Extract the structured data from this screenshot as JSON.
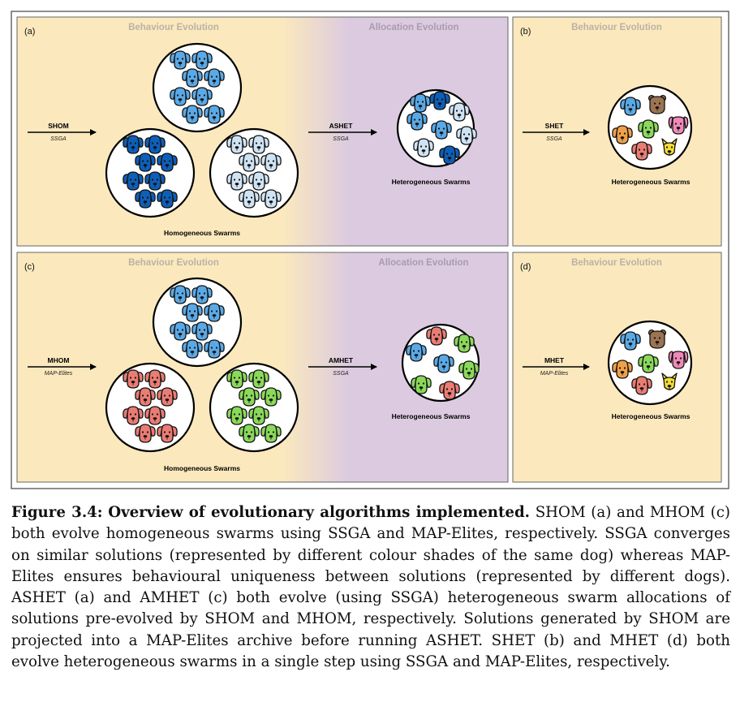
{
  "panels": {
    "a": {
      "tag": "(a)",
      "behaviour_title": "Behaviour Evolution",
      "allocation_title": "Allocation Evolution",
      "step1": {
        "name": "SHOM",
        "algo": "SSGA"
      },
      "step2": {
        "name": "ASHET",
        "algo": "SSGA"
      },
      "homogeneous_label": "Homogeneous Swarms",
      "heterogeneous_label": "Heterogeneous Swarms"
    },
    "b": {
      "tag": "(b)",
      "behaviour_title": "Behaviour Evolution",
      "step": {
        "name": "SHET",
        "algo": "SSGA"
      },
      "heterogeneous_label": "Heterogeneous Swarms"
    },
    "c": {
      "tag": "(c)",
      "behaviour_title": "Behaviour Evolution",
      "allocation_title": "Allocation Evolution",
      "step1": {
        "name": "MHOM",
        "algo": "MAP-Elites"
      },
      "step2": {
        "name": "AMHET",
        "algo": "SSGA"
      },
      "homogeneous_label": "Homogeneous Swarms",
      "heterogeneous_label": "Heterogeneous Swarms"
    },
    "d": {
      "tag": "(d)",
      "behaviour_title": "Behaviour Evolution",
      "step": {
        "name": "MHET",
        "algo": "MAP-Elites"
      },
      "heterogeneous_label": "Heterogeneous Swarms"
    }
  },
  "colors": {
    "behaviour_bg": "#fbe9bd",
    "allocation_bg": "#dccbe0",
    "dog_mid_blue": "#5aa9e6",
    "dog_dark_blue": "#0d5fb8",
    "dog_pale_blue": "#cfe3f3",
    "dog_salmon": "#ea7c74",
    "dog_green": "#8ad95a",
    "dog_brown": "#9c7452",
    "dog_orange": "#f0a048",
    "dog_pink": "#f089b8",
    "dog_yellow": "#f2dc34"
  },
  "caption": {
    "label": "Figure 3.4:",
    "title": "Overview of evolutionary algorithms implemented.",
    "body": "SHOM (a) and MHOM (c) both evolve homogeneous swarms using SSGA and MAP-Elites, respectively. SSGA converges on similar solutions (represented by different colour shades of the same dog) whereas MAP-Elites ensures behavioural uniqueness between solutions (represented by different dogs). ASHET (a) and AMHET (c) both evolve (using SSGA) heterogeneous swarm allocations of solutions pre-evolved by SHOM and MHOM, respectively. Solutions generated by SHOM are projected into a MAP-Elites archive before running ASHET. SHET (b) and MHET (d) both evolve heterogeneous swarms in a single step using SSGA and MAP-Elites, respectively."
  }
}
